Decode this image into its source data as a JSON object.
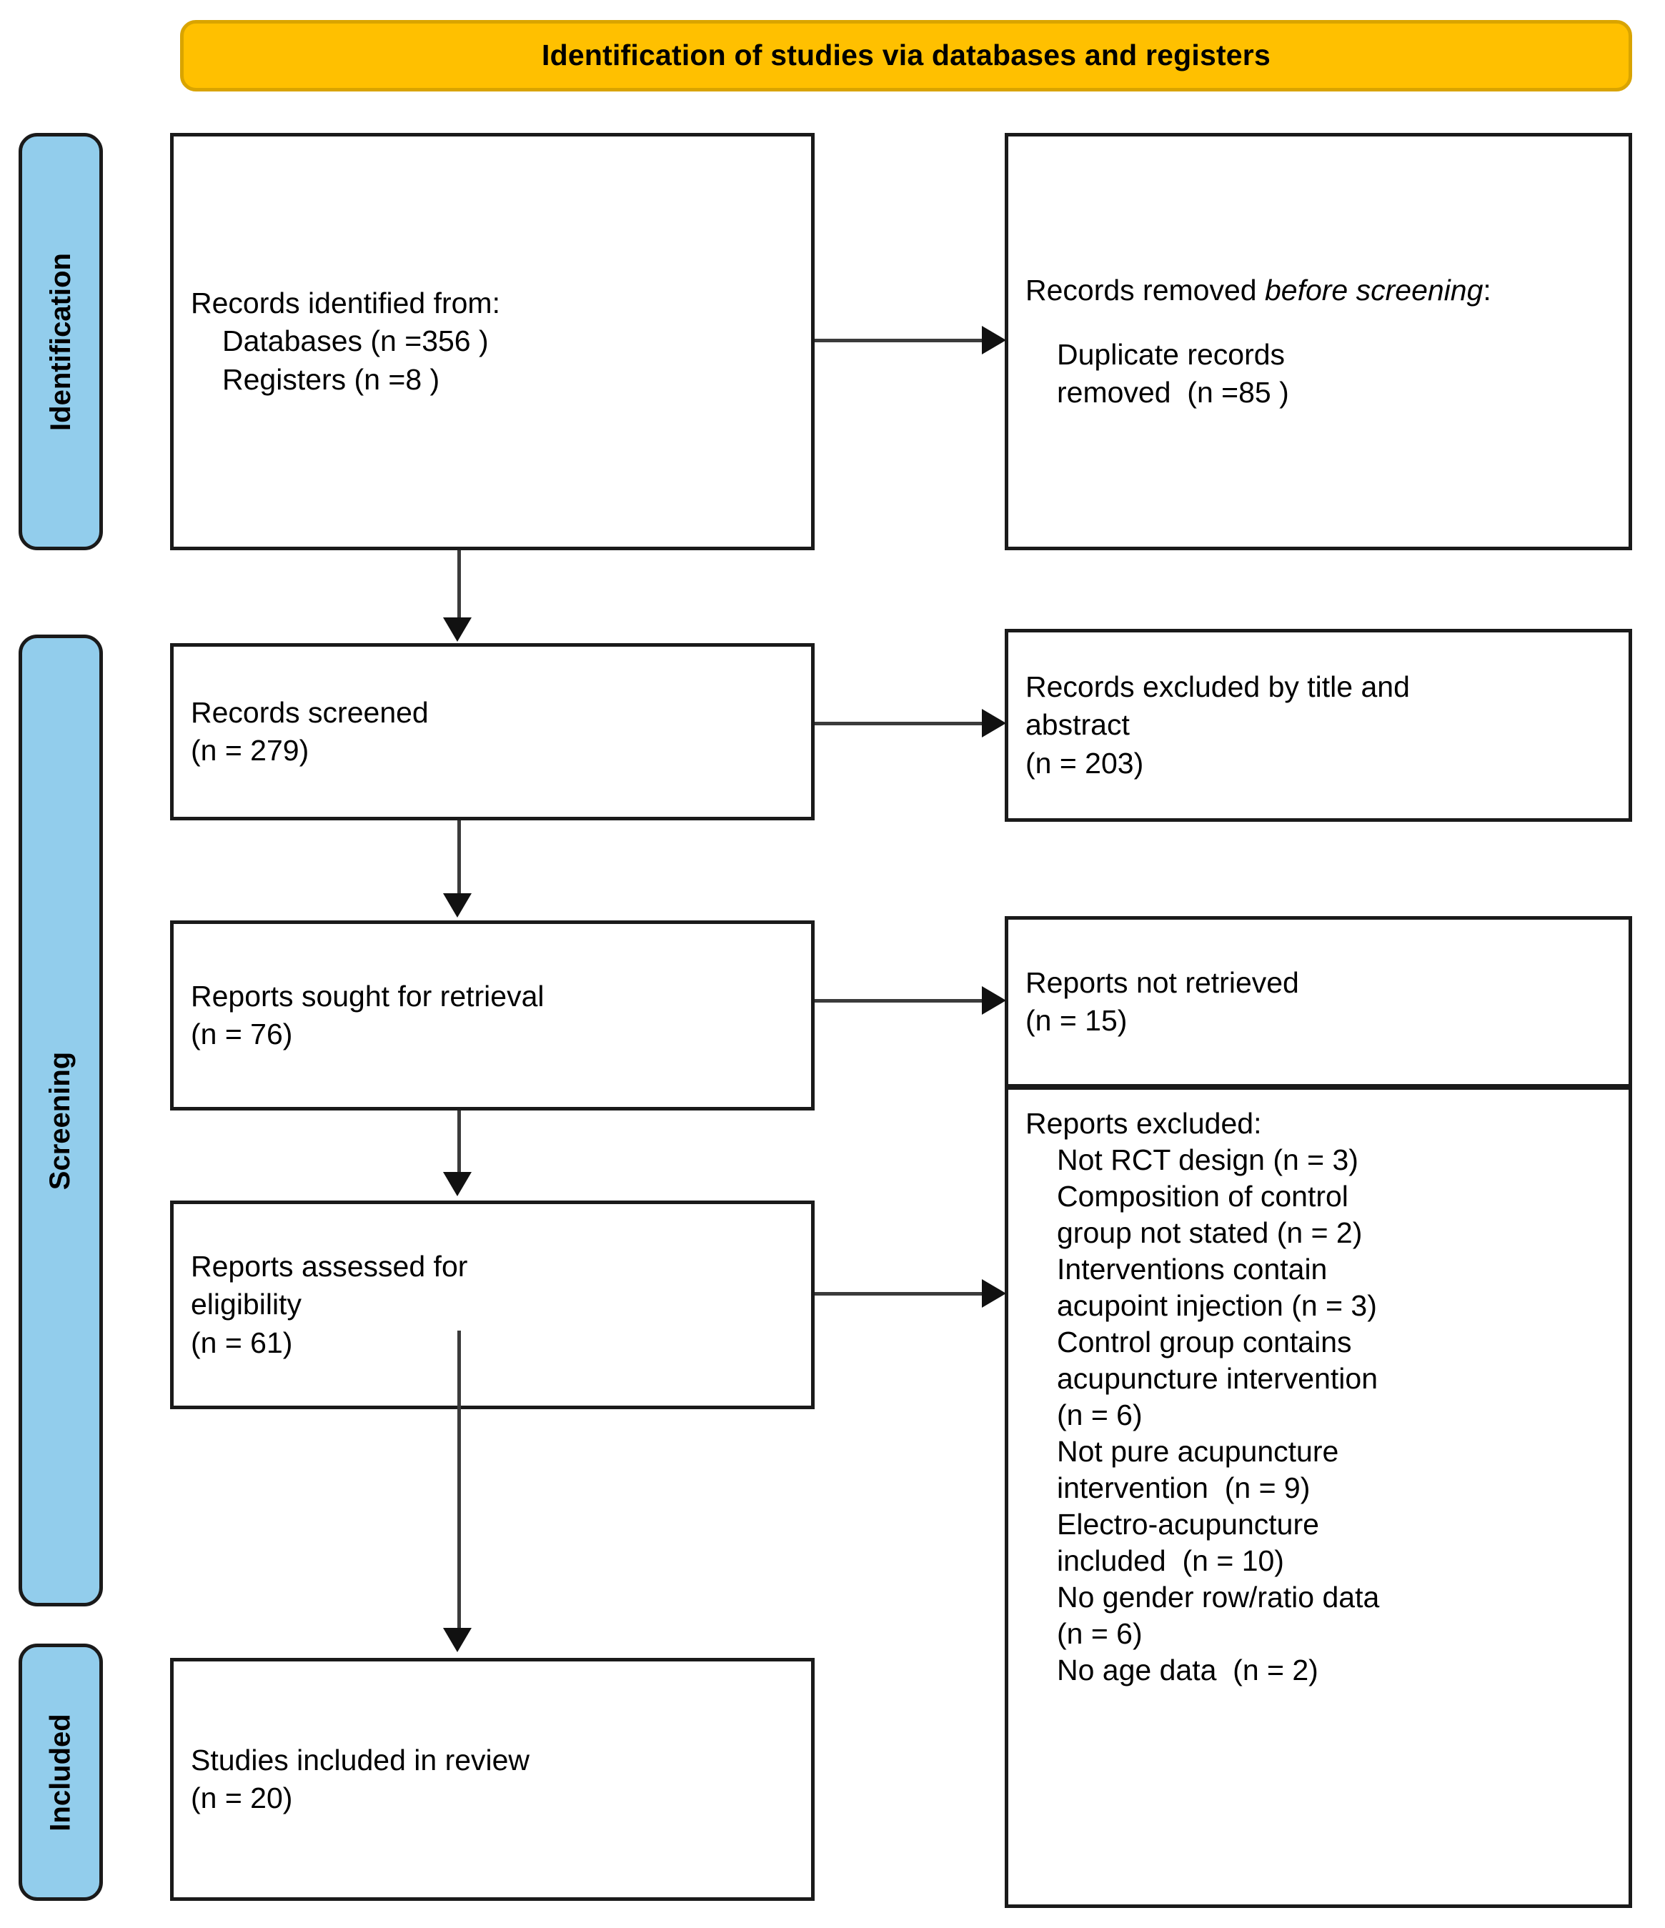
{
  "header": {
    "title": "Identification of studies via databases and registers",
    "background_color": "#FFC000",
    "border_color": "#D9A400"
  },
  "stages": {
    "accent_color": "#92CDEC",
    "items": [
      {
        "key": "identification",
        "label": "Identification"
      },
      {
        "key": "screening",
        "label": "Screening"
      },
      {
        "key": "included",
        "label": "Included"
      }
    ]
  },
  "boxes": {
    "identified": {
      "line1": "Records identified from:",
      "line2": "Databases (n =356 )",
      "line3": "Registers (n =8 )"
    },
    "removed_before_screening": {
      "lead": "Records removed ",
      "lead_italic": "before screening",
      "lead_tail": ":",
      "item1": "Duplicate records",
      "item2": "removed  (n =85 )"
    },
    "records_screened": {
      "line1": "Records screened",
      "line2": "(n = 279)"
    },
    "records_excluded": {
      "line1": "Records excluded by title and",
      "line2": "abstract",
      "line3": "(n = 203)"
    },
    "reports_sought": {
      "line1": "Reports sought for retrieval",
      "line2": "(n = 76)"
    },
    "reports_not_retrieved": {
      "line1": "Reports not retrieved",
      "line2": "(n = 15)"
    },
    "reports_assessed": {
      "line1": "Reports assessed for",
      "line2": "eligibility",
      "line3": "(n = 61)"
    },
    "reports_excluded": {
      "title": "Reports excluded:",
      "reasons": [
        "Not RCT design (n = 3)",
        "Composition of control",
        "group not stated (n = 2)",
        "Interventions contain",
        "acupoint injection (n = 3)",
        "Control group contains",
        "acupuncture intervention",
        "(n = 6)",
        "Not pure acupuncture",
        "intervention  (n = 9)",
        "Electro-acupuncture",
        "included  (n = 10)",
        "No gender row/ratio data",
        "(n = 6)",
        "No age data  (n = 2)"
      ]
    },
    "studies_included": {
      "line1": "Studies included in review",
      "line2": "(n = 20)"
    }
  },
  "flow_data": {
    "type": "prisma-flow",
    "records_identified_databases": 356,
    "records_identified_registers": 8,
    "duplicate_records_removed": 85,
    "records_screened": 279,
    "records_excluded_title_abstract": 203,
    "reports_sought_for_retrieval": 76,
    "reports_not_retrieved": 15,
    "reports_assessed_for_eligibility": 61,
    "reports_excluded_total_listed": [
      3,
      2,
      3,
      6,
      9,
      10,
      6,
      2
    ],
    "studies_included_in_review": 20
  }
}
